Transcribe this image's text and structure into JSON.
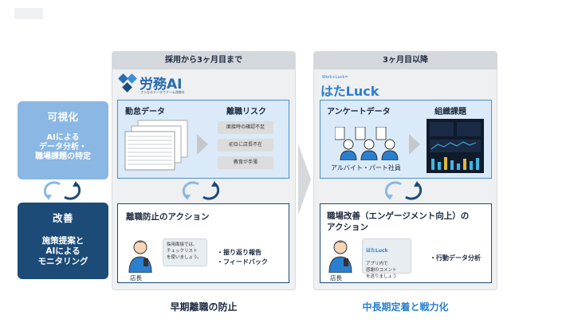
{
  "left_column": {
    "visualize_title": "可視化",
    "visualize_body": "AIによる\nデータ分析・\n職場課題の特定",
    "improve_title": "改善",
    "improve_body": "施策提案と\nAIによる\nモニタリング"
  },
  "panel_left": {
    "header": "採用から3ヶ月目まで",
    "logo_text": "労務AI",
    "logo_sub": "さらなるデータでチーム改善を",
    "input_label": "勤怠データ",
    "risk_title": "離職リスク",
    "risks": [
      "面接時の確認不足",
      "初日に店長不在",
      "教育が手薄"
    ],
    "action_title": "離職防止のアクション",
    "bubble_text": "採用面接では、\nチェックリスト\nを使いましょう。",
    "person_label": "店長",
    "action_items": [
      "・振り返り報告",
      "・フィードバック"
    ],
    "bottom_label": "早期離職の防止"
  },
  "panel_right": {
    "header": "3ヶ月目以降",
    "logo_tagline": "Work+Luck=",
    "logo_text": "はたLuck",
    "input_label": "アンケートデータ",
    "people_label": "アルバイト・パート社員",
    "issues_title": "組織課題",
    "action_title": "職場改善（エンゲージメント向上）の\nアクション",
    "bubble_logo": "はたLuck",
    "bubble_text": "アプリ内で\n感謝のコメント\nを送りましょう",
    "person_label": "店長",
    "action_items": [
      "・行動データ分析"
    ],
    "bottom_label": "中長期定着と戦力化"
  },
  "colors": {
    "light_blue": "#8ab7e3",
    "dark_navy": "#1c4b78",
    "panel_gray": "#eef0f2",
    "header_gray": "#d4d7db",
    "accent_blue": "#2a7fcf",
    "box_fill": "#dbeaf8"
  }
}
